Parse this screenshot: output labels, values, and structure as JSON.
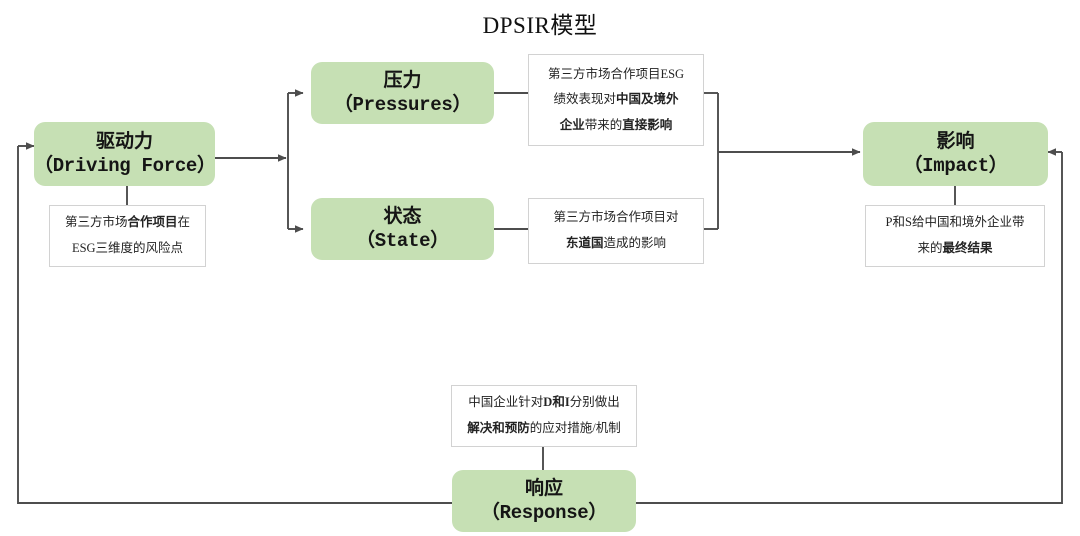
{
  "title": "DPSIR模型",
  "theme": {
    "node_fill": "#c6e0b4",
    "note_border": "#d2d2d2",
    "line_color": "#4d4d4d",
    "background": "#ffffff"
  },
  "nodes": {
    "driving_force": {
      "cn": "驱动力",
      "en": "（Driving Force）"
    },
    "pressures": {
      "cn": "压力",
      "en": "（Pressures）"
    },
    "state": {
      "cn": "状态",
      "en": "（State）"
    },
    "impact": {
      "cn": "影响",
      "en": "（Impact）"
    },
    "response": {
      "cn": "响应",
      "en": "（Response）"
    }
  },
  "notes": {
    "driving_force_note": {
      "lines": [
        [
          {
            "t": "第三方市场",
            "b": false
          },
          {
            "t": "合作项目",
            "b": true
          },
          {
            "t": "在",
            "b": false
          }
        ],
        [
          {
            "t": "ESG三维度的风险点",
            "b": false
          }
        ]
      ]
    },
    "pressures_note": {
      "lines": [
        [
          {
            "t": "第三方市场合作项目ESG",
            "b": false
          }
        ],
        [
          {
            "t": "绩效表现对",
            "b": false
          },
          {
            "t": "中国及境外",
            "b": true
          }
        ],
        [
          {
            "t": "企业",
            "b": true
          },
          {
            "t": "带来的",
            "b": false
          },
          {
            "t": "直接影响",
            "b": true
          }
        ]
      ]
    },
    "state_note": {
      "lines": [
        [
          {
            "t": "第三方市场合作项目对",
            "b": false
          }
        ],
        [
          {
            "t": "东道国",
            "b": true
          },
          {
            "t": "造成的影响",
            "b": false
          }
        ]
      ]
    },
    "impact_note": {
      "lines": [
        [
          {
            "t": "P和S给中国和境外企业带",
            "b": false
          }
        ],
        [
          {
            "t": "来的",
            "b": false
          },
          {
            "t": "最终结果",
            "b": true
          }
        ]
      ]
    },
    "response_note": {
      "lines": [
        [
          {
            "t": "中国企业针对",
            "b": false
          },
          {
            "t": "D和I",
            "b": true
          },
          {
            "t": "分别做出",
            "b": false
          }
        ],
        [
          {
            "t": "解决和预防",
            "b": true
          },
          {
            "t": "的应对措施/机制",
            "b": false
          }
        ]
      ]
    }
  },
  "connectors": [
    {
      "name": "driving-force-to-branch",
      "arrow": true
    },
    {
      "name": "branch-to-pressures",
      "arrow": true
    },
    {
      "name": "branch-to-state",
      "arrow": true
    },
    {
      "name": "driving-force-to-note",
      "arrow": false
    },
    {
      "name": "pressures-to-note",
      "arrow": false
    },
    {
      "name": "state-to-note",
      "arrow": false
    },
    {
      "name": "notes-merge-to-impact",
      "arrow": true
    },
    {
      "name": "impact-to-note",
      "arrow": false
    },
    {
      "name": "response-to-note",
      "arrow": false
    },
    {
      "name": "response-left-feedback-to-driving-force",
      "arrow": true
    },
    {
      "name": "response-right-feedback-to-impact",
      "arrow": true
    }
  ]
}
